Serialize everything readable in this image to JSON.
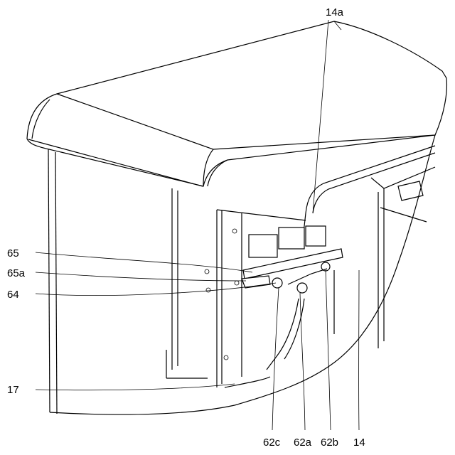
{
  "labels": {
    "l14a": "14a",
    "l65": "65",
    "l65a": "65a",
    "l64": "64",
    "l17": "17",
    "l62c": "62c",
    "l62a": "62a",
    "l62b": "62b",
    "l14": "14"
  }
}
